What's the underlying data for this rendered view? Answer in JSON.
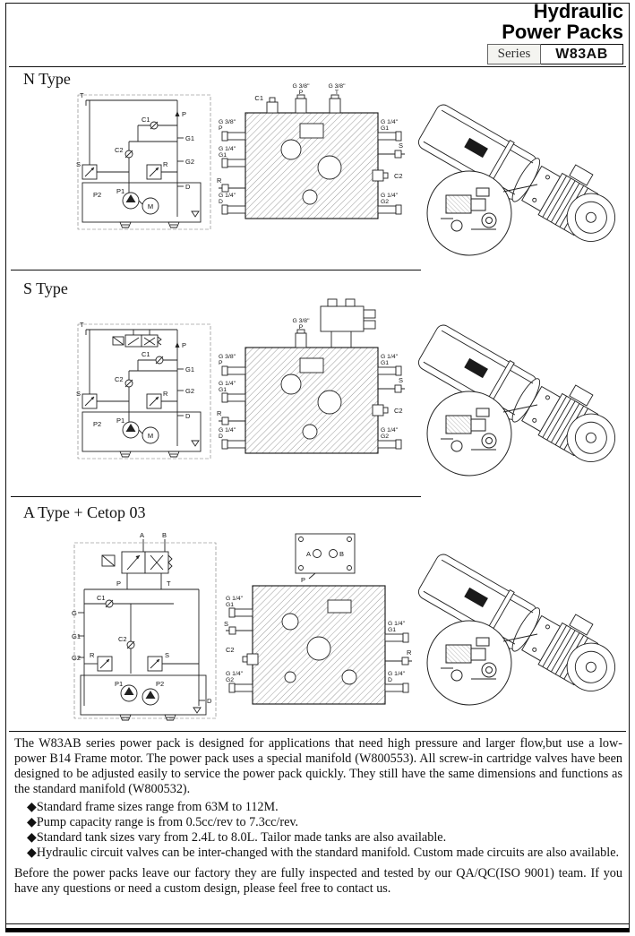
{
  "header": {
    "title_line1": "Hydraulic",
    "title_line2": "Power Packs",
    "series_label": "Series",
    "series_value": "W83AB"
  },
  "sections": {
    "n": {
      "title": "N Type",
      "circuit": {
        "t": "T",
        "p": "P",
        "c1": "C1",
        "g1": "G1",
        "c2": "C2",
        "g2": "G2",
        "s": "S",
        "r": "R",
        "p2": "P2",
        "p1": "P1",
        "m": "M",
        "d": "D"
      },
      "manifold": {
        "c1": "C1",
        "top_p": {
          "size": "G 3/8\"",
          "name": "P"
        },
        "top_t": {
          "size": "G 3/8\"",
          "name": "T"
        },
        "left_p": {
          "size": "G 3/8\"",
          "name": "P"
        },
        "left_g1": {
          "size": "G 1/4\"",
          "name": "G1"
        },
        "r": "R",
        "left_d": {
          "size": "G 1/4\"",
          "name": "D"
        },
        "right_g1": {
          "size": "G 1/4\"",
          "name": "G1"
        },
        "s": "S",
        "c2": "C2",
        "right_g2": {
          "size": "G 1/4\"",
          "name": "G2"
        }
      }
    },
    "s": {
      "title": "S Type",
      "circuit": {
        "t": "T",
        "p": "P",
        "c1": "C1",
        "g1": "G1",
        "c2": "C2",
        "g2": "G2",
        "s": "S",
        "r": "R",
        "p2": "P2",
        "p1": "P1",
        "m": "M",
        "d": "D"
      },
      "manifold": {
        "top_p": {
          "size": "G 3/8\"",
          "name": "P"
        },
        "left_p": {
          "size": "G 3/8\"",
          "name": "P"
        },
        "left_g1": {
          "size": "G 1/4\"",
          "name": "G1"
        },
        "r": "R",
        "left_d": {
          "size": "G 1/4\"",
          "name": "D"
        },
        "right_g1": {
          "size": "G 1/4\"",
          "name": "G1"
        },
        "s": "S",
        "c2": "C2",
        "right_g2": {
          "size": "G 1/4\"",
          "name": "G2"
        }
      }
    },
    "a": {
      "title": "A Type + Cetop 03",
      "circuit": {
        "a": "A",
        "b": "B",
        "p": "P",
        "t": "T",
        "c1": "C1",
        "g": "G",
        "g1": "G1",
        "g2": "G2",
        "c2": "C2",
        "r": "R",
        "s": "S",
        "p1": "P1",
        "p2": "P2",
        "d": "D"
      },
      "manifold": {
        "a": "A",
        "b": "B",
        "p": "P",
        "left_g1": {
          "size": "G 1/4\"",
          "name": "G1"
        },
        "s": "S",
        "c2": "C2",
        "left_g2": {
          "size": "G 1/4\"",
          "name": "G2"
        },
        "right_g1": {
          "size": "G 1/4\"",
          "name": "G1"
        },
        "r": "R",
        "right_d": {
          "size": "G 1/4\"",
          "name": "D"
        }
      }
    }
  },
  "description": {
    "para1": "The W83AB series power pack is designed for applications that need high pressure and larger flow,but use a low-power B14 Frame motor. The power pack uses a special manifold (W800553). All screw-in cartridge valves have been designed to be adjusted easily to service the power pack quickly. They still have the same dimensions and functions as the standard manifold (W800532).",
    "bullets": [
      "◆Standard frame sizes range from 63M to 112M.",
      "◆Pump capacity range is from 0.5cc/rev to 7.3cc/rev.",
      "◆Standard tank sizes vary from 2.4L to 8.0L. Tailor made tanks are also available.",
      "◆Hydraulic circuit valves can be inter-changed with the standard manifold. Custom made circuits are also available."
    ],
    "para2": "Before the power packs leave our factory they are fully inspected and tested by our QA/QC(ISO 9001) team. If you have any questions or need a custom design, please feel free to contact us."
  }
}
